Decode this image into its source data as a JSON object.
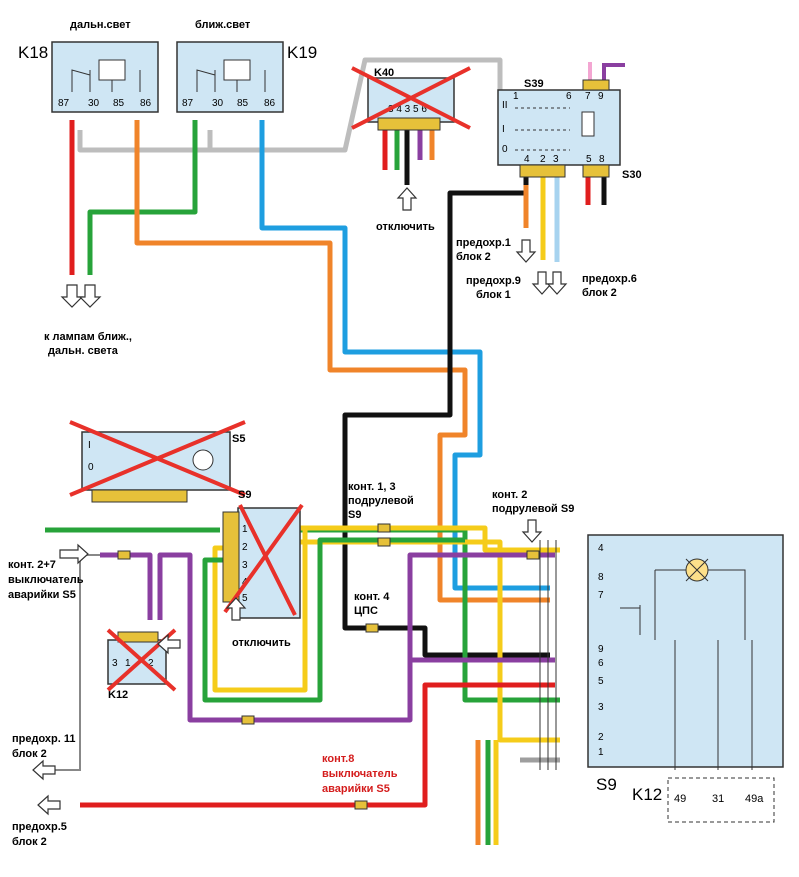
{
  "relays": {
    "k18": {
      "id": "K18",
      "title": "дальн.свет",
      "pins": [
        "87",
        "30",
        "85",
        "86"
      ]
    },
    "k19": {
      "id": "K19",
      "title": "ближ.свет",
      "pins": [
        "87",
        "30",
        "85",
        "86"
      ]
    }
  },
  "k40": {
    "id": "K40",
    "pins": "3 4 3 5 6"
  },
  "s39": {
    "id": "S39",
    "ids_extra": "S30",
    "pin_top": [
      "1",
      "6",
      "7",
      "9"
    ],
    "pin_bottom": [
      "4",
      "2",
      "3",
      "5",
      "8"
    ],
    "rows": [
      "II",
      "I",
      "0"
    ]
  },
  "s5": {
    "id": "S5",
    "rows": [
      "I",
      "0"
    ]
  },
  "s9_small": {
    "id": "S9",
    "pins": [
      "1",
      "2",
      "3",
      "4",
      "5"
    ]
  },
  "k12_small": {
    "id": "K12",
    "pins": [
      "3",
      "1",
      "2"
    ]
  },
  "s9_main": {
    "id": "S9",
    "pins": [
      "4",
      "8",
      "7",
      "9",
      "6",
      "5",
      "3",
      "2",
      "1"
    ],
    "k12_id": "K12",
    "k12_pins": [
      "49",
      "31",
      "49a"
    ]
  },
  "labels": {
    "disconnect_top": "отключить",
    "disconnect_mid": "отключить",
    "fuse1_l1": "предохр.1",
    "fuse1_l2": "блок 2",
    "fuse9_l1": "предохр.9",
    "fuse9_l2": "блок 1",
    "fuse6_l1": "предохр.6",
    "fuse6_l2": "блок 2",
    "lamps_l1": "к лампам ближ.,",
    "lamps_l2": "дальн. света",
    "kont13_l1": "конт. 1, 3",
    "kont13_l2": "подрулевой",
    "kont13_l3": "S9",
    "kont2_l1": "конт. 2",
    "kont2_l2": "подрулевой S9",
    "kont27_l1": "конт. 2+7",
    "kont27_l2": "выключатель",
    "kont27_l3": "аварийки S5",
    "kont4_l1": "конт. 4",
    "kont4_l2": "ЦПС",
    "fuse11_l1": "предохр. 11",
    "fuse11_l2": "блок 2",
    "kont8_l1": "конт.8",
    "kont8_l2": "выключатель",
    "kont8_l3": "аварийки S5",
    "fuse5_l1": "предохр.5",
    "fuse5_l2": "блок 2"
  },
  "colors": {
    "red": "#e01e1e",
    "green": "#27a33a",
    "orange": "#f0842a",
    "blue": "#1e9ee0",
    "black": "#111111",
    "yellow": "#f5cc1a",
    "purple": "#8a3fa0",
    "gray": "#bdbdbd",
    "box": "#cfe6f4",
    "cross": "#e8312a"
  }
}
